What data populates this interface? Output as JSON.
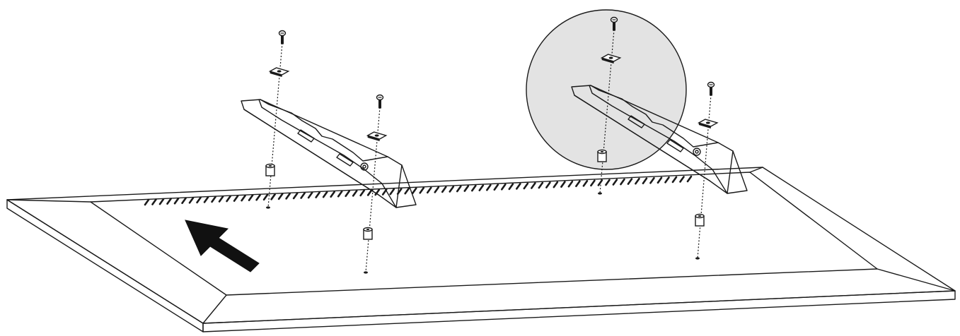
{
  "diagram": {
    "kind": "stand-assembly-exploded-view",
    "colors": {
      "line": "#1a1a1a",
      "panel": "#ffffff",
      "highlight": "#e3e3e3",
      "arrow": "#111111"
    },
    "parts": [
      {
        "name": "tv-panel-back",
        "count": 1
      },
      {
        "name": "stand-bracket",
        "count": 2
      },
      {
        "name": "screw-icon",
        "count": 4
      },
      {
        "name": "washer-icon",
        "count": 4
      },
      {
        "name": "spacer-icon",
        "count": 4
      }
    ],
    "callouts": {
      "magnifier-circle": 1,
      "direction-arrow": 1
    }
  }
}
